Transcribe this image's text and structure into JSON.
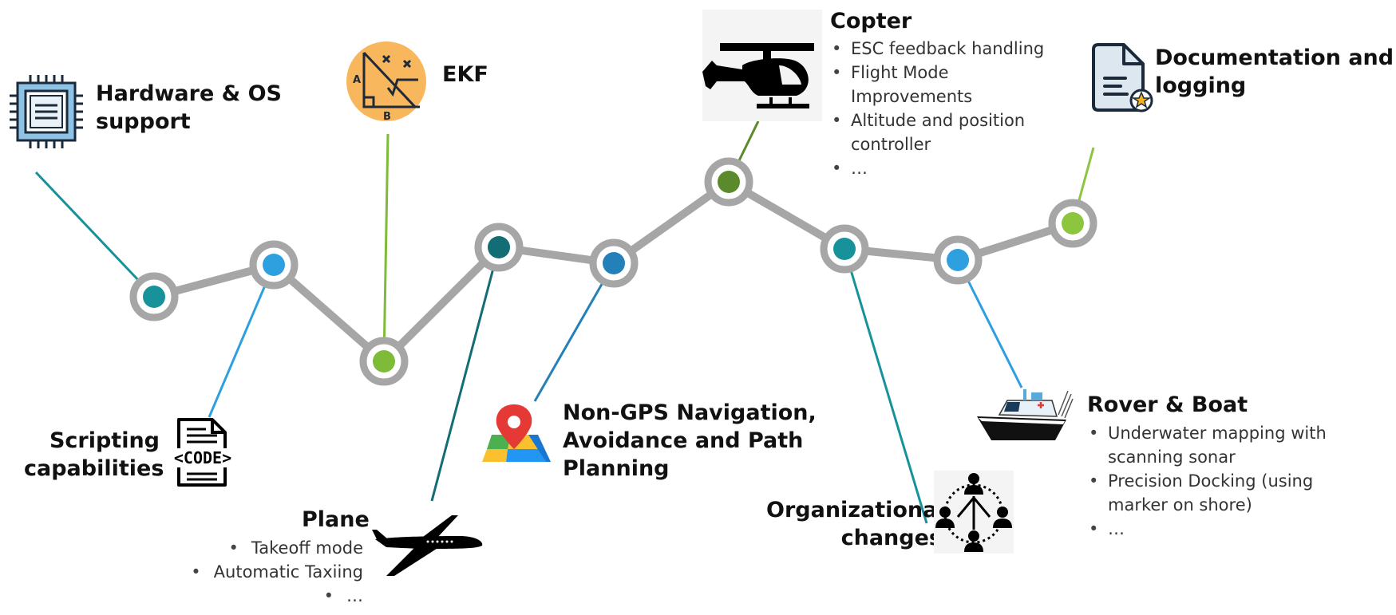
{
  "colors": {
    "track": "#a6a6a6",
    "teal": "#17929a",
    "blue": "#2e9fdf",
    "green": "#7dbb38",
    "dark_teal": "#136d74",
    "mid_blue": "#2380b8",
    "olive": "#5b8a2c",
    "light_green": "#8cc63f"
  },
  "milestones": [
    {
      "id": "hardware",
      "color": "#17929a",
      "lead": "#17929a"
    },
    {
      "id": "scripting",
      "color": "#2e9fdf",
      "lead": "#2e9fdf"
    },
    {
      "id": "ekf",
      "color": "#7dbb38",
      "lead": "#7dbb38"
    },
    {
      "id": "plane",
      "color": "#136d74",
      "lead": "#136d74"
    },
    {
      "id": "navigation",
      "color": "#2380b8",
      "lead": "#2380b8"
    },
    {
      "id": "copter",
      "color": "#5b8a2c",
      "lead": "#5b8a2c"
    },
    {
      "id": "organizational",
      "color": "#17929a",
      "lead": "#17929a"
    },
    {
      "id": "rover",
      "color": "#2e9fdf",
      "lead": "#2e9fdf"
    },
    {
      "id": "docs",
      "color": "#8cc63f",
      "lead": "#8cc63f"
    }
  ],
  "labels": {
    "hardware": [
      "Hardware & OS",
      "support"
    ],
    "scripting": [
      "Scripting",
      "capabilities"
    ],
    "ekf": "EKF",
    "plane": "Plane",
    "navigation": [
      "Non-GPS Navigation,",
      "Avoidance and Path",
      "Planning"
    ],
    "copter": "Copter",
    "organizational": [
      "Organizational",
      "changes"
    ],
    "rover": "Rover & Boat",
    "docs": [
      "Documentation and",
      "logging"
    ]
  },
  "bullets": {
    "plane": [
      "Takeoff mode",
      "Automatic Taxiing",
      "…"
    ],
    "copter": [
      "ESC feedback handling",
      "Flight Mode",
      "Improvements",
      "Altitude and position",
      "controller",
      "…"
    ],
    "rover": [
      "Underwater mapping with",
      "scanning sonar",
      "Precision Docking (using",
      "marker on shore)",
      "…"
    ]
  },
  "icons": {
    "hardware": "cpu-chip-icon",
    "ekf": "geometry-triangle-icon",
    "copter": "helicopter-icon",
    "docs": "document-star-icon",
    "scripting": "code-file-icon",
    "plane": "airplane-icon",
    "navigation": "map-pin-icon",
    "organizational": "people-network-icon",
    "rover": "boat-icon"
  }
}
